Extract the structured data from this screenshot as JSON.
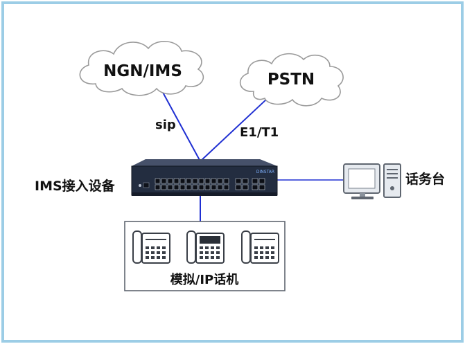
{
  "clouds": {
    "ngn": "NGN/IMS",
    "pstn": "PSTN"
  },
  "links": {
    "sip": "sip",
    "e1t1": "E1/T1"
  },
  "device": {
    "label": "IMS接入设备",
    "brand": "DINSTAR"
  },
  "console": {
    "label": "话务台"
  },
  "phones": {
    "label": "模拟/IP话机"
  },
  "colors": {
    "frame": "#9ccde6",
    "link": "#1f2fd2",
    "device_body": "#232d40"
  }
}
